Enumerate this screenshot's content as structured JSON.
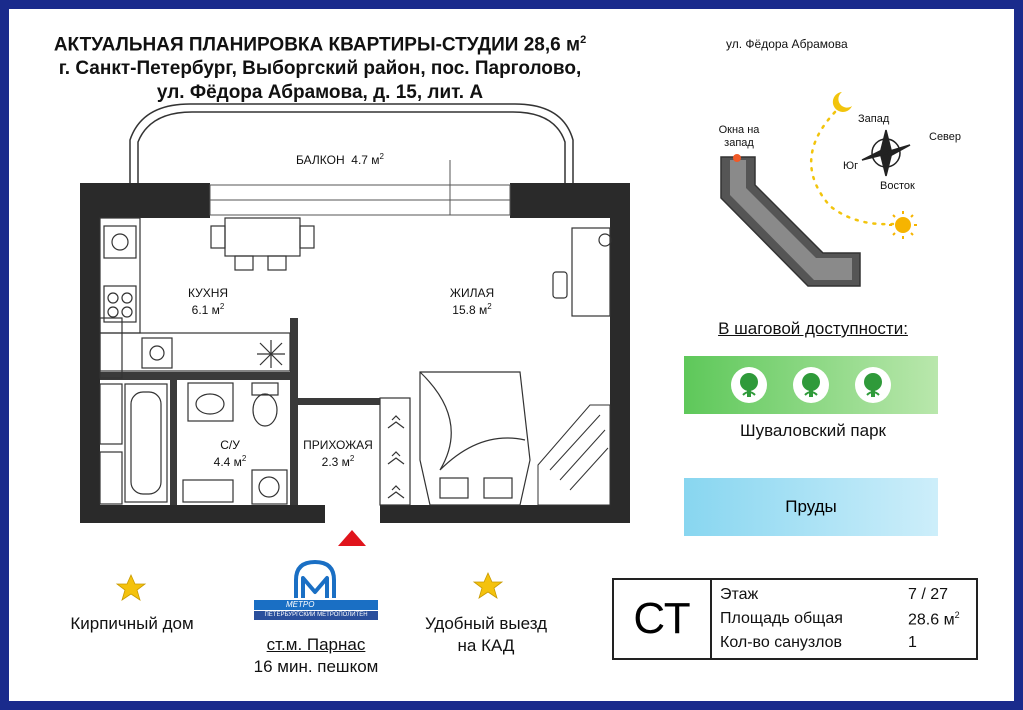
{
  "title": {
    "line1": "АКТУАЛЬНАЯ ПЛАНИРОВКА КВАРТИРЫ-СТУДИИ  28,6 м",
    "line1_sup": "2",
    "line2": "г. Санкт-Петербург, Выборгский район, пос. Парголово,",
    "line3": "ул. Фёдора Абрамова, д. 15, лит. А"
  },
  "rooms": {
    "balcony": {
      "name": "БАЛКОН",
      "area": "4.7 м",
      "sup": "2"
    },
    "kitchen": {
      "name": "КУХНЯ",
      "area": "6.1 м",
      "sup": "2"
    },
    "living": {
      "name": "ЖИЛАЯ",
      "area": "15.8 м",
      "sup": "2"
    },
    "bathroom": {
      "name": "С/У",
      "area": "4.4 м",
      "sup": "2"
    },
    "hallway": {
      "name": "ПРИХОЖАЯ",
      "area": "2.3 м",
      "sup": "2"
    }
  },
  "orientation": {
    "street": "ул. Фёдора Абрамова",
    "windows": "Окна на\nзапад",
    "west": "Запад",
    "north": "Север",
    "south": "Юг",
    "east": "Восток"
  },
  "nearby": {
    "heading": "В шаговой доступности:",
    "park": "Шуваловский парк",
    "ponds": "Пруды"
  },
  "features": {
    "brick": "Кирпичный дом",
    "metro_logo": "МЕТРО",
    "metro_sub": "ПЕТЕРБУРГСКИЙ МЕТРОПОЛИТЕН",
    "metro_station": "ст.м. Парнас",
    "metro_walk": "16 мин. пешком",
    "kad_line1": "Удобный выезд",
    "kad_line2": "на КАД"
  },
  "info": {
    "type": "СТ",
    "floor_label": "Этаж",
    "floor_value": "7 / 27",
    "area_label": "Площадь общая",
    "area_value": "28.6 м",
    "area_sup": "2",
    "bath_label": "Кол-во санузлов",
    "bath_value": "1"
  },
  "colors": {
    "frame": "#1a2b8c",
    "wall": "#2a2a2a",
    "park_green": "#5ec85a",
    "pond_blue": "#88d6f0",
    "entrance": "#e0141c",
    "star": "#f4c20d",
    "moon": "#f2c40c",
    "sun": "#f6b400",
    "window_marker": "#f05a28"
  }
}
